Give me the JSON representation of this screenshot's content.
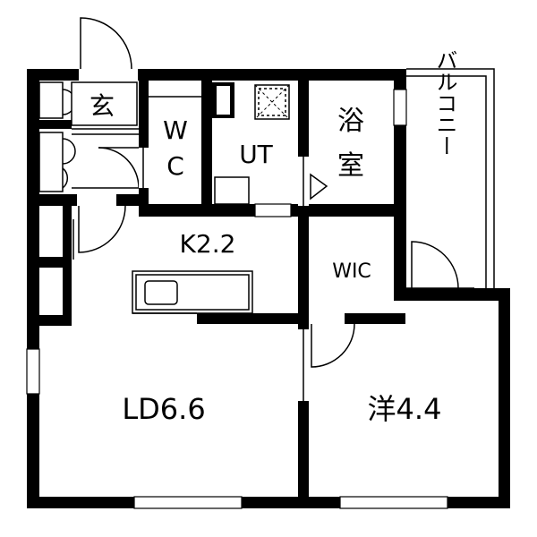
{
  "floorplan": {
    "rooms": {
      "entrance": "玄",
      "wc_line1": "W",
      "wc_line2": "C",
      "ut": "UT",
      "bath_line1": "浴",
      "bath_line2": "室",
      "balcony": "バルコニー",
      "kitchen": "K2.2",
      "wic": "WIC",
      "living": "LD6.6",
      "bedroom": "洋4.4"
    }
  }
}
